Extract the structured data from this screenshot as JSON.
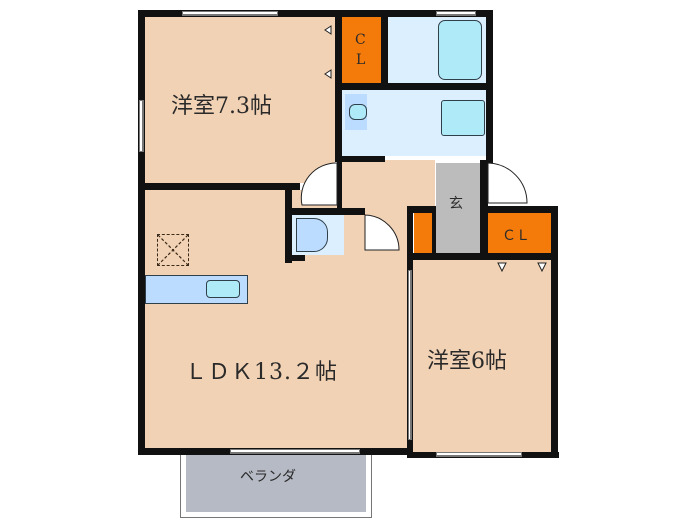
{
  "floorplan": {
    "rooms": {
      "western_room_1": {
        "label": "洋室7.3帖",
        "type": "bedroom",
        "size_jo": 7.3
      },
      "western_room_2": {
        "label": "洋室6帖",
        "type": "bedroom",
        "size_jo": 6
      },
      "ldk": {
        "label": "ＬＤＫ13.２帖",
        "type": "living-dining-kitchen",
        "size_jo": 13.2
      },
      "closet_1": {
        "label_line1": "C",
        "label_line2": "L"
      },
      "closet_2": {
        "label": "ＣＬ"
      },
      "entrance": {
        "label": "玄"
      },
      "veranda": {
        "label": "ベランダ"
      }
    },
    "colors": {
      "room": "#f2d2b4",
      "wet_area": "#dcefff",
      "closet": "#f47a0a",
      "entrance": "#bcbcbc",
      "veranda": "#b6bac4",
      "wall": "#111111"
    },
    "fixtures": [
      "bathtub",
      "washbasin-toilet",
      "washing-machine-pan",
      "toilet",
      "kitchen-counter",
      "sink",
      "range-hood"
    ]
  }
}
